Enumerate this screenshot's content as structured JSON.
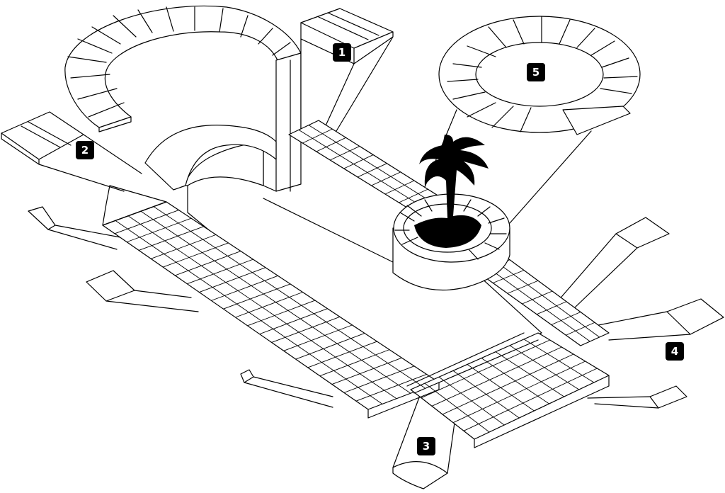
{
  "badges": [
    {
      "id": "1",
      "label": "1"
    },
    {
      "id": "2",
      "label": "2"
    },
    {
      "id": "3",
      "label": "3"
    },
    {
      "id": "4",
      "label": "4"
    },
    {
      "id": "5",
      "label": "5"
    }
  ],
  "colors": {
    "line": "#000000",
    "fill": "#ffffff",
    "badge": "#000000",
    "badge_text": "#ffffff"
  },
  "icons": [
    "palm-tree-icon"
  ]
}
